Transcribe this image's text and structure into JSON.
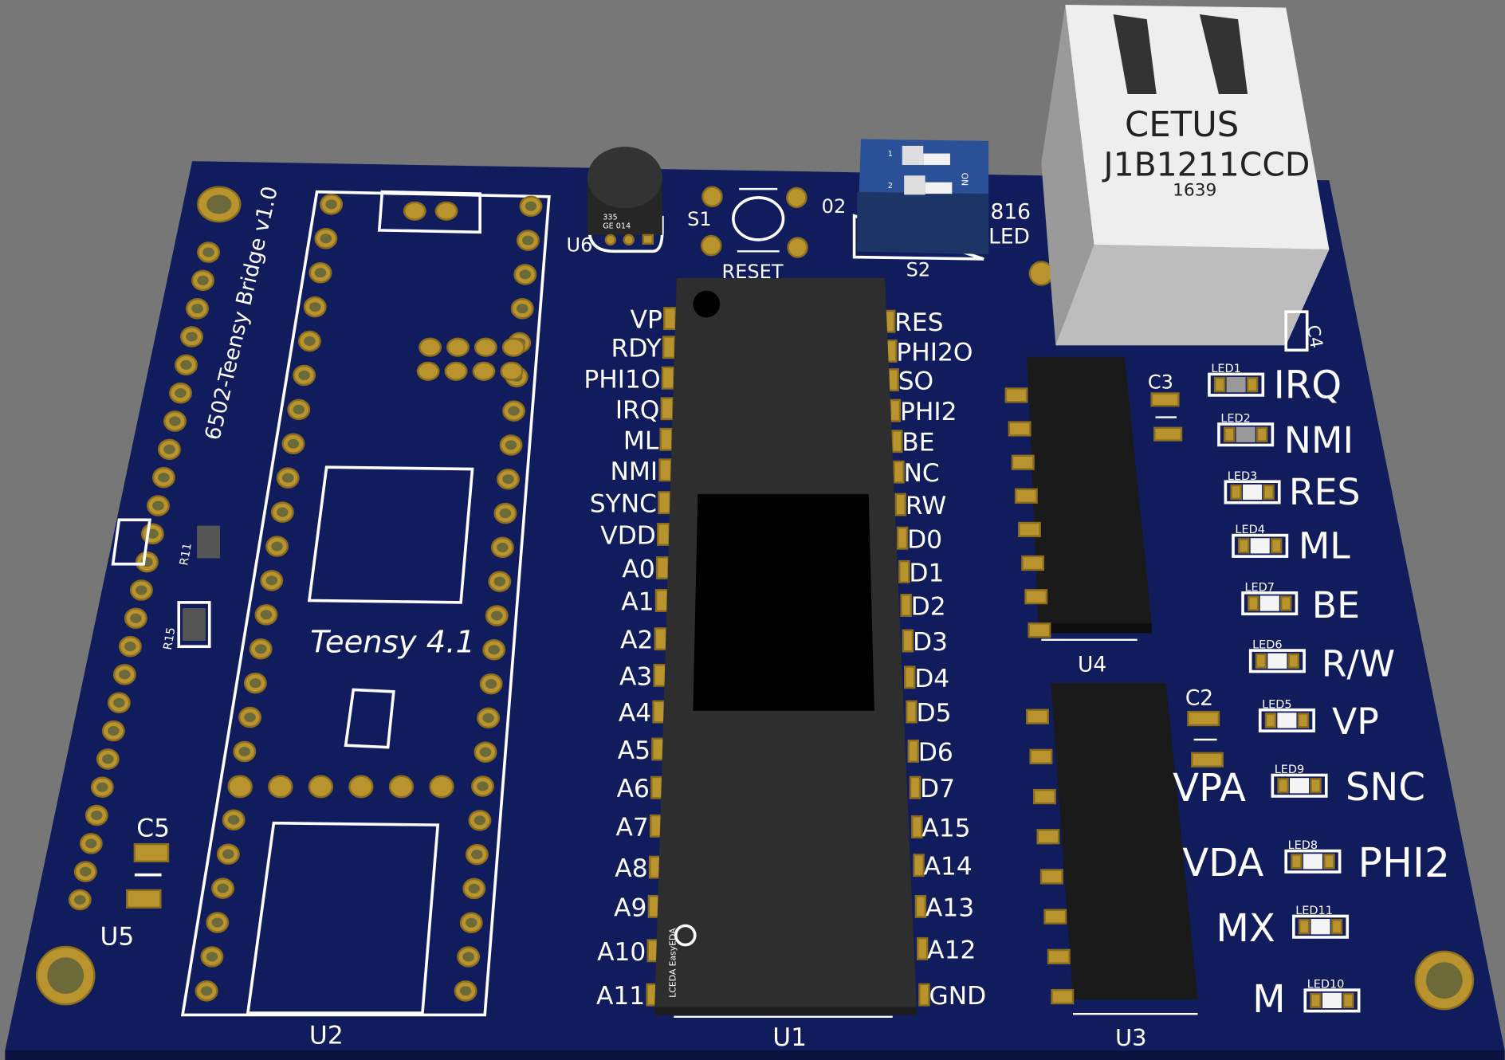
{
  "board": {
    "title": "6502-Teensy Bridge v1.0",
    "colors": {
      "background": "#777777",
      "pcb": "#111c5c",
      "silk": "#ffffff",
      "pad": "#b8932e",
      "ic": "#2b2b2b",
      "dip": "#2a5198"
    },
    "logo": "LCEDA EasyEDA"
  },
  "designators": {
    "u1": "U1",
    "u2": "U2",
    "u3": "U3",
    "u4": "U4",
    "u5": "U5",
    "u6": "U6",
    "s1": "S1",
    "s2": "S2",
    "c2": "C2",
    "c3": "C3",
    "c4": "C4",
    "c5": "C5",
    "r11": "R11",
    "r15": "R15",
    "reset": "RESET",
    "teensy": "Teensy 4.1",
    "s2_left": "02",
    "s2_right_1": "816",
    "s2_right_2": "LED"
  },
  "u6_marking": {
    "line1": "335",
    "line2": "GE 014"
  },
  "dip_switch": {
    "pos1": "1",
    "pos2": "2",
    "on": "ON"
  },
  "rj45": {
    "brand": "CETUS",
    "part": "J1B1211CCD",
    "code": "1639"
  },
  "u1_left_pins": [
    "VP",
    "RDY",
    "PHI1O",
    "IRQ",
    "ML",
    "NMI",
    "SYNC",
    "VDD",
    "A0",
    "A1",
    "A2",
    "A3",
    "A4",
    "A5",
    "A6",
    "A7",
    "A8",
    "A9",
    "A10",
    "A11"
  ],
  "u1_right_pins": [
    "RES",
    "PHI2O",
    "SO",
    "PHI2",
    "BE",
    "NC",
    "RW",
    "D0",
    "D1",
    "D2",
    "D3",
    "D4",
    "D5",
    "D6",
    "D7",
    "A15",
    "A14",
    "A13",
    "A12",
    "GND"
  ],
  "leds": [
    {
      "ref": "LED1",
      "label": "IRQ"
    },
    {
      "ref": "LED2",
      "label": "NMI"
    },
    {
      "ref": "LED3",
      "label": "RES"
    },
    {
      "ref": "LED4",
      "label": "ML"
    },
    {
      "ref": "LED7",
      "label": "BE"
    },
    {
      "ref": "LED6",
      "label": "R/W"
    },
    {
      "ref": "LED5",
      "label": "VP"
    },
    {
      "ref": "LED9",
      "label": "SNC"
    },
    {
      "ref": "LED8",
      "label": "PHI2"
    },
    {
      "ref": "LED11",
      "label": "MX"
    },
    {
      "ref": "LED10",
      "label": "M"
    }
  ],
  "extra_labels": {
    "vpa": "VPA",
    "vda": "VDA"
  }
}
